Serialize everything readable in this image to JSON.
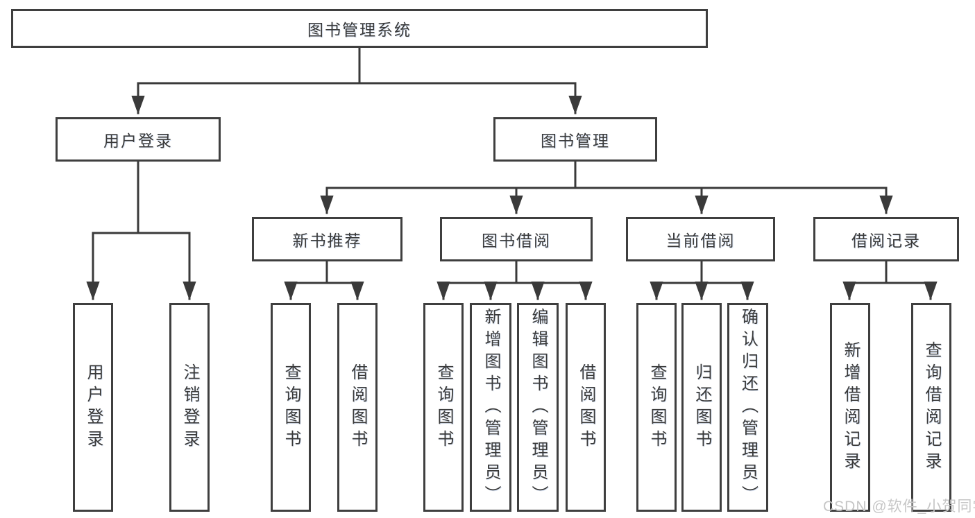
{
  "diagram": {
    "type": "hierarchy-tree",
    "colors": {
      "line": "#3a3a3a",
      "box_border": "#3f3f3f",
      "box_fill": "#ffffff",
      "text": "#3a3a3a"
    },
    "root": {
      "label": "图书管理系统"
    },
    "level2": [
      {
        "label": "用户登录",
        "parent": "图书管理系统"
      },
      {
        "label": "图书管理",
        "parent": "图书管理系统"
      }
    ],
    "level3": [
      {
        "label": "新书推荐",
        "parent": "图书管理"
      },
      {
        "label": "图书借阅",
        "parent": "图书管理"
      },
      {
        "label": "当前借阅",
        "parent": "图书管理"
      },
      {
        "label": "借阅记录",
        "parent": "图书管理"
      }
    ],
    "leaves": [
      {
        "label": "用户登录",
        "parent": "用户登录"
      },
      {
        "label": "注销登录",
        "parent": "用户登录"
      },
      {
        "label": "查询图书",
        "parent": "新书推荐"
      },
      {
        "label": "借阅图书",
        "parent": "新书推荐"
      },
      {
        "label": "查询图书",
        "parent": "图书借阅"
      },
      {
        "label": "新增图书（管理员）",
        "parent": "图书借阅"
      },
      {
        "label": "编辑图书（管理员）",
        "parent": "图书借阅"
      },
      {
        "label": "借阅图书",
        "parent": "图书借阅"
      },
      {
        "label": "查询图书",
        "parent": "当前借阅"
      },
      {
        "label": "归还图书",
        "parent": "当前借阅"
      },
      {
        "label": "确认归还（管理员）",
        "parent": "当前借阅"
      },
      {
        "label": "新增借阅记录",
        "parent": "借阅记录"
      },
      {
        "label": "查询借阅记录",
        "parent": "借阅记录"
      }
    ]
  },
  "watermark": {
    "text": "CSDN @软件_小贺同学",
    "color": "#c6c6c6"
  }
}
